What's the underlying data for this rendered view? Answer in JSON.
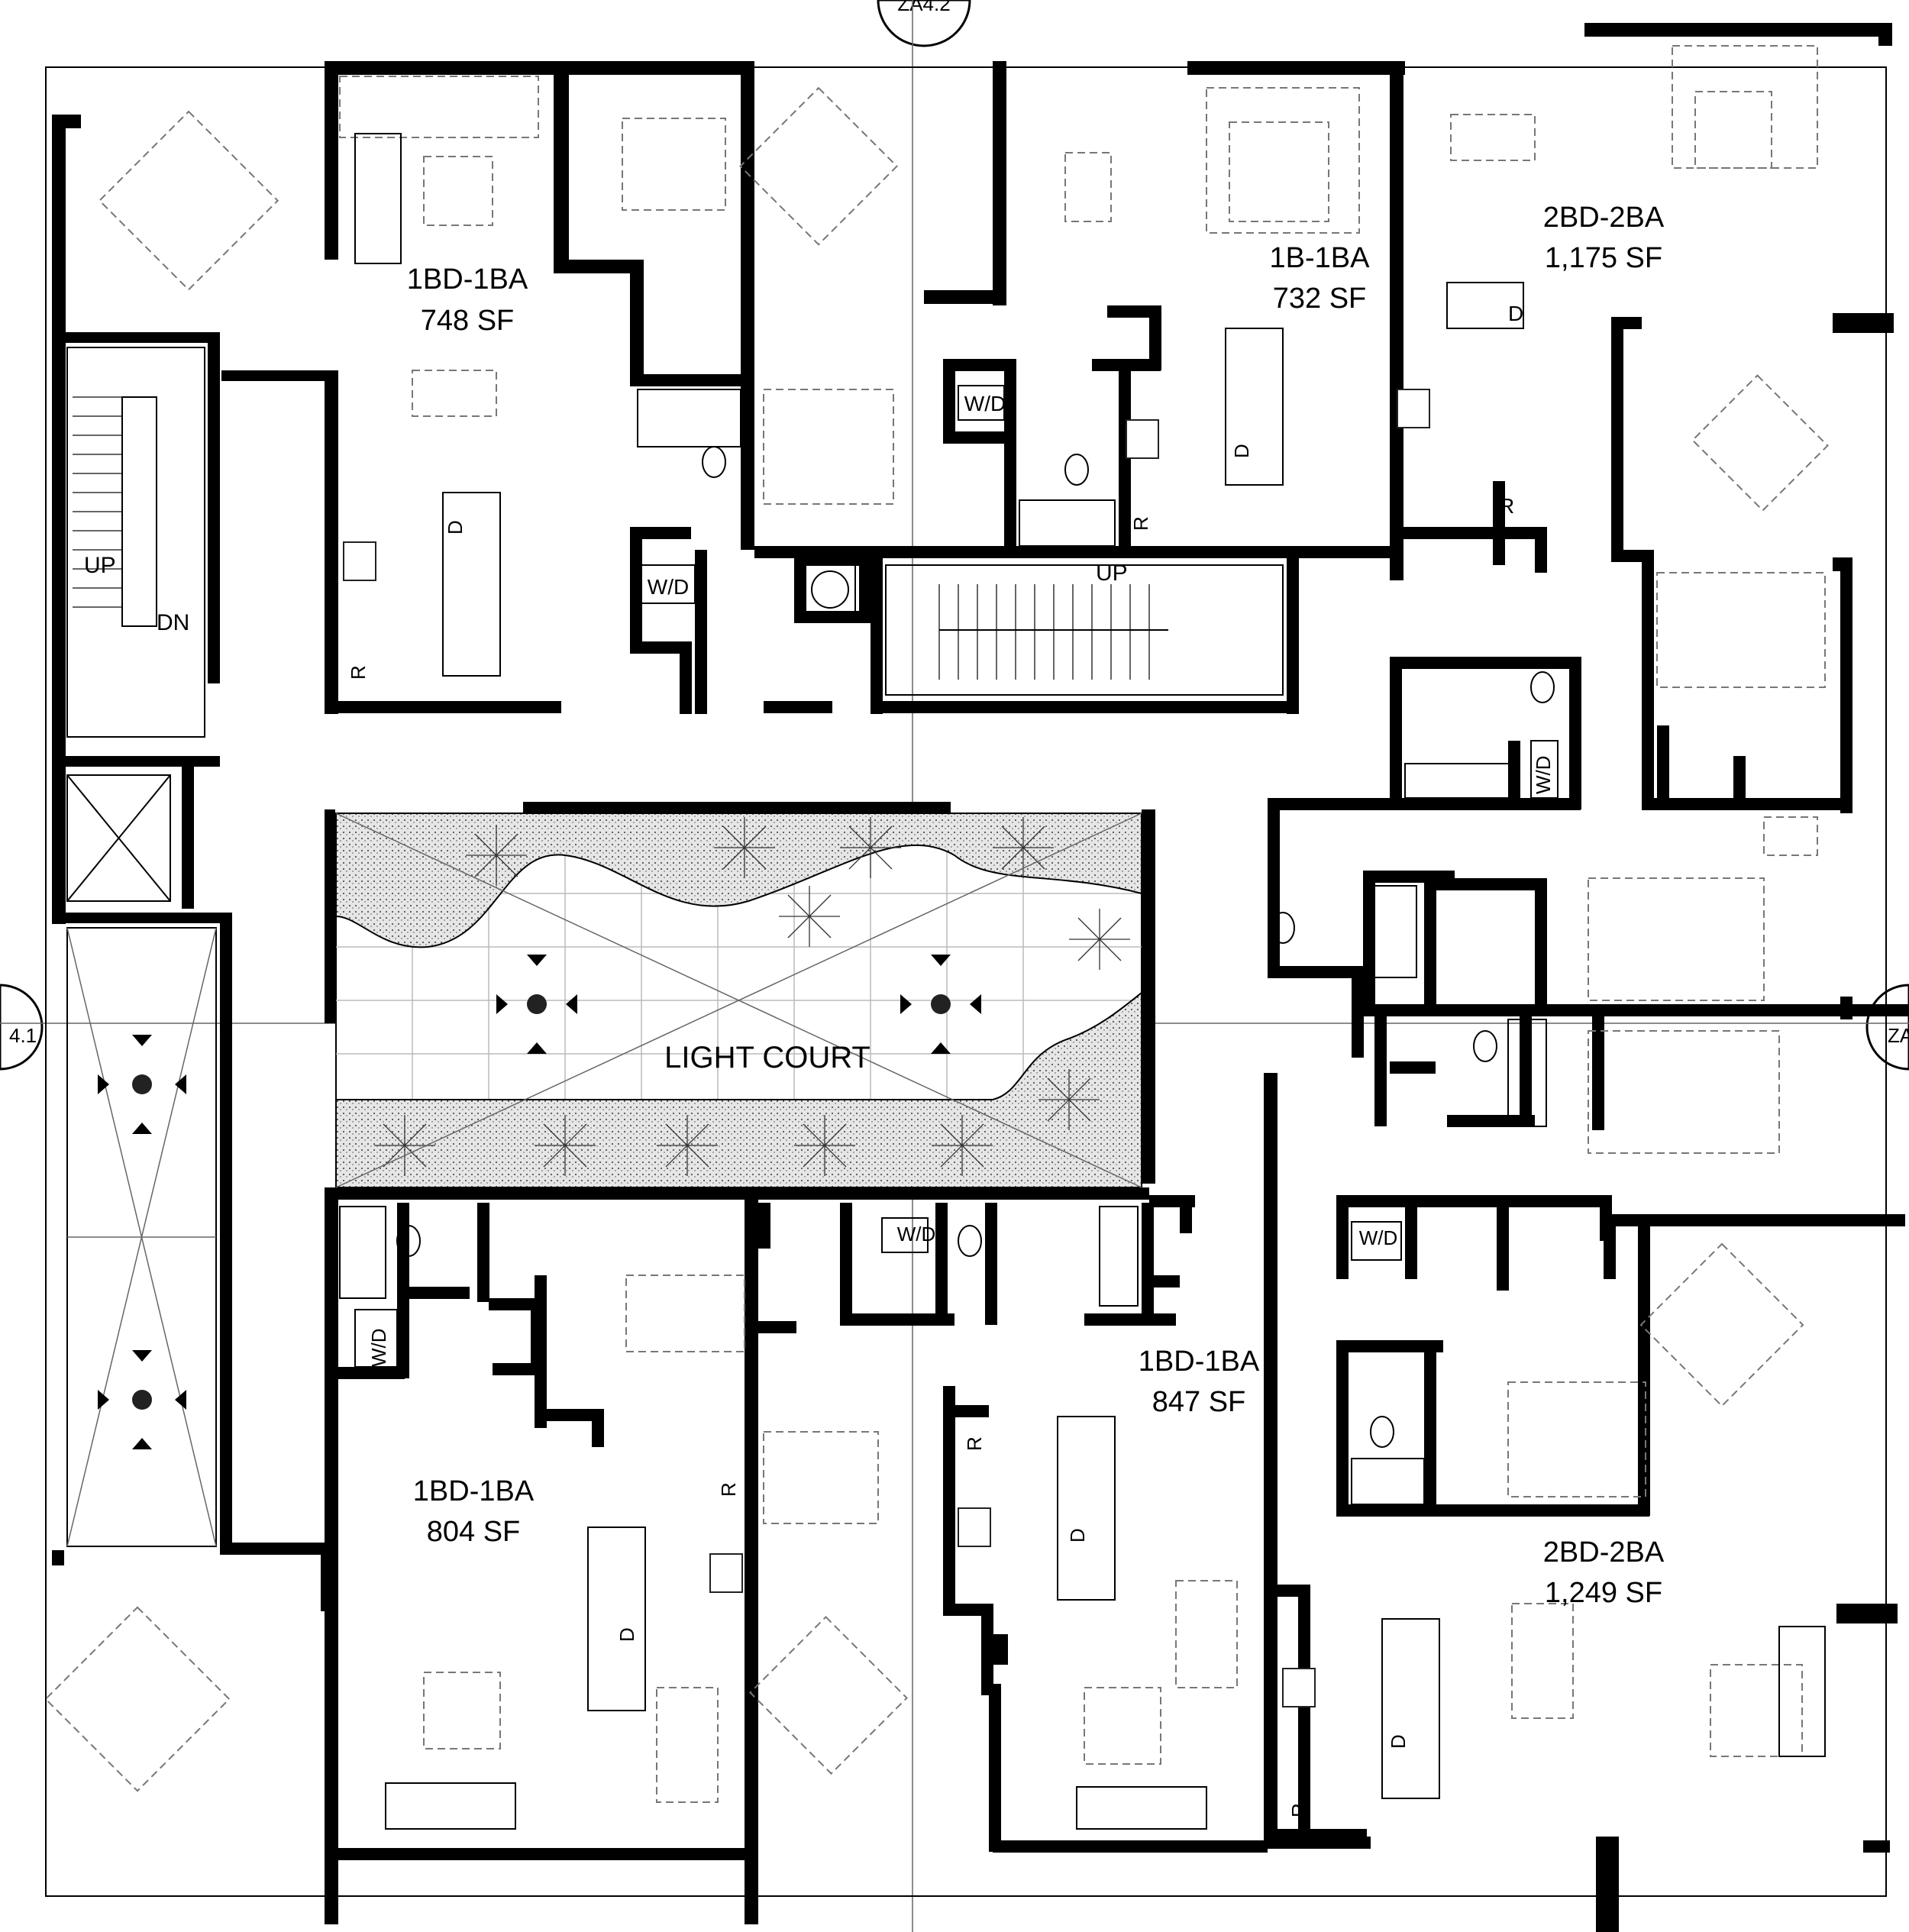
{
  "plan": {
    "units": [
      {
        "id": "u1",
        "name": "1BD-1BA",
        "area": "748 SF"
      },
      {
        "id": "u2",
        "name": "1B-1BA",
        "area": "732 SF"
      },
      {
        "id": "u3",
        "name": "2BD-2BA",
        "area": "1,175 SF"
      },
      {
        "id": "u4",
        "name": "1BD-1BA",
        "area": "804 SF"
      },
      {
        "id": "u5",
        "name": "1BD-1BA",
        "area": "847 SF"
      },
      {
        "id": "u6",
        "name": "2BD-2BA",
        "area": "1,249 SF"
      }
    ],
    "court_label": "LIGHT COURT",
    "stair_labels": {
      "up_left": "UP",
      "dn_left": "DN",
      "up_center": "UP"
    },
    "appliance_labels": {
      "wd": "W/D",
      "dishwasher": "D",
      "refrigerator": "R"
    },
    "section_markers": {
      "top": "ZA4.2",
      "left": "4.1",
      "right": "ZA"
    }
  }
}
